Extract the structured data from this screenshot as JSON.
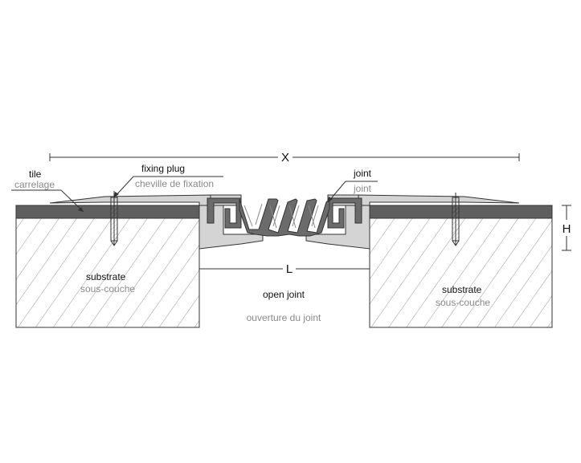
{
  "dimensions": {
    "overall_width": "X",
    "height": "H",
    "opening": "L"
  },
  "labels": {
    "tile": {
      "en": "tile",
      "fr": "carrelage"
    },
    "fixing_plug": {
      "en": "fixing plug",
      "fr": "cheville de fixation"
    },
    "joint": {
      "en": "joint",
      "fr": "joint"
    },
    "substrate_left": {
      "en": "substrate",
      "fr": "sous-couche"
    },
    "substrate_right": {
      "en": "substrate",
      "fr": "sous-couche"
    },
    "open_joint": {
      "en": "open joint",
      "fr": "ouverture du joint"
    }
  },
  "colors": {
    "tile": "#5f5f5f",
    "profile": "#d4d4d4",
    "insert": "#6b6b6b",
    "line": "#333333",
    "hatch": "#8c8c8c",
    "label_fr": "#8a8a8a"
  }
}
